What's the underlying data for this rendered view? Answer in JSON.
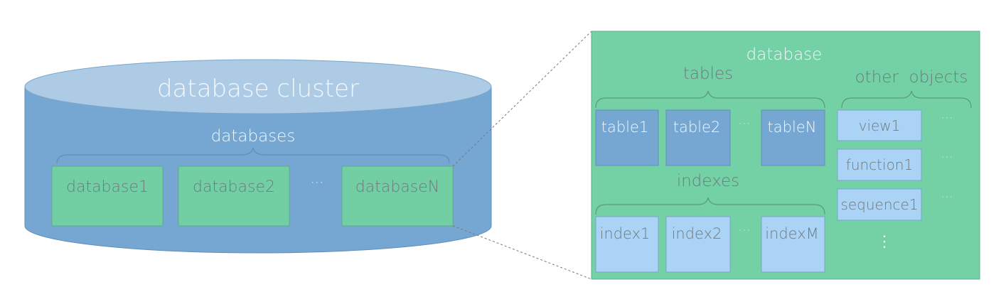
{
  "cluster": {
    "title": "database cluster",
    "databases_label": "databases",
    "databases": [
      "database1",
      "database2",
      "databaseN"
    ],
    "ellipsis": "···"
  },
  "detail": {
    "title": "database",
    "tables_label": "tables",
    "tables": [
      "table1",
      "table2",
      "tableN"
    ],
    "indexes_label": "indexes",
    "indexes": [
      "index1",
      "index2",
      "indexM"
    ],
    "other_label": "other  objects",
    "others": [
      "view1",
      "function1",
      "sequence1"
    ],
    "ellipsis": "···",
    "vertical_ellipsis": "⋮"
  },
  "colors": {
    "cylinder_body": "#76a7d2",
    "cylinder_top": "#aecbe6",
    "database_box": "#72cfa3",
    "detail_panel": "#74d0a5",
    "table_box": "#76a7d2",
    "index_box": "#aad3f5",
    "object_box": "#aad3f5",
    "light_text": "#f2f7fb",
    "dark_text": "#6f7a7f"
  }
}
